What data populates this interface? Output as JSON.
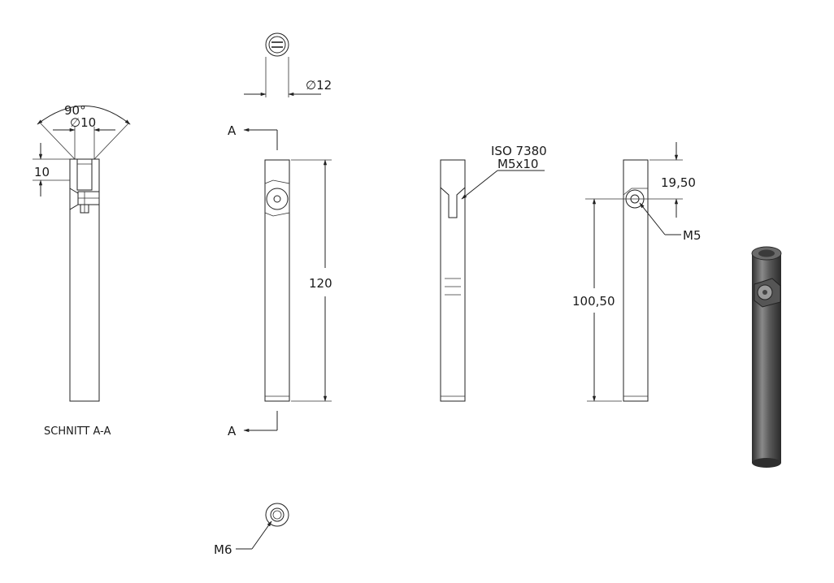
{
  "section": {
    "title": "SCHNITT A-A",
    "angle": "90°",
    "bore_diameter": "∅10",
    "bore_depth": "10"
  },
  "top_view": {
    "diameter": "∅12"
  },
  "front_view": {
    "cut_label_top": "A",
    "cut_label_bottom": "A",
    "length": "120"
  },
  "side_view": {
    "screw_line1": "ISO 7380",
    "screw_line2": "M5x10"
  },
  "right_view": {
    "offset_top": "19,50",
    "thread_label": "M5",
    "offset_bottom": "100,50"
  },
  "bottom_view": {
    "thread_label": "M6"
  },
  "colors": {
    "line": "#222222",
    "background": "#ffffff",
    "shade_dark": "#3a3a3a",
    "shade_light": "#8a8a8a"
  }
}
